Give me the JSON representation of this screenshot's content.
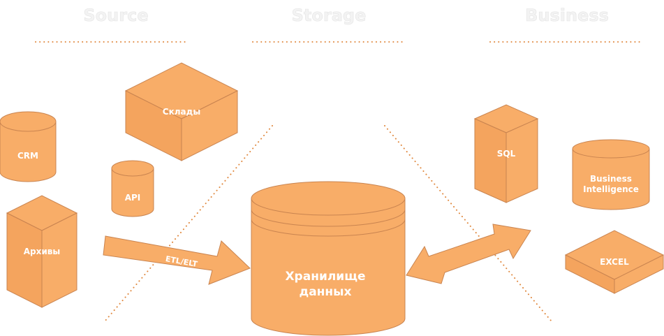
{
  "headers": {
    "source": "Source",
    "storage": "Storage",
    "business": "Business"
  },
  "sources": {
    "crm": "CRM",
    "warehouses": "Склады",
    "api": "API",
    "archives": "Архивы"
  },
  "etl_arrow": "ETL/ELT",
  "storage": {
    "line1": "Хранилище",
    "line2": "данных"
  },
  "business": {
    "sql": "SQL",
    "bi_line1": "Business",
    "bi_line2": "Intelligence",
    "excel": "EXCEL"
  },
  "colors": {
    "shape_fill": "#f8ad68",
    "shape_stroke": "#c98450",
    "dotted_lines": "#e0883e",
    "header_text": "#f3f3f3",
    "label_text": "#ffffff"
  }
}
